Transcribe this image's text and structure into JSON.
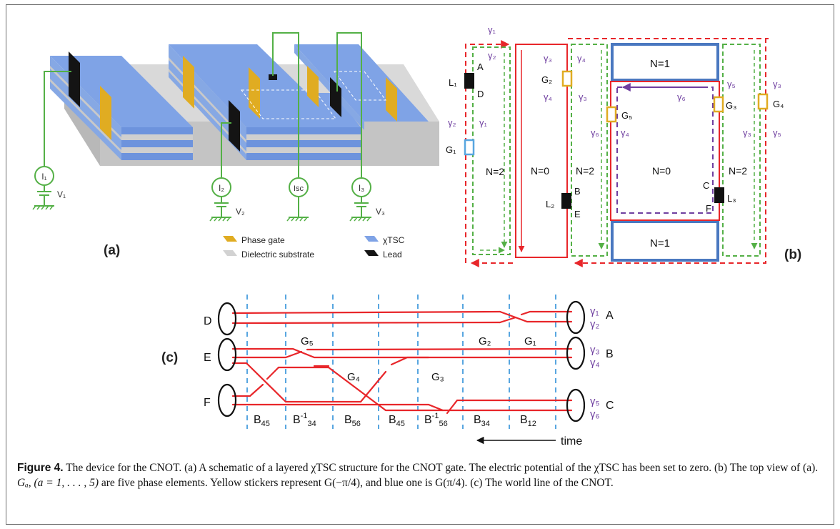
{
  "figure": {
    "panel_a": {
      "label": "(a)",
      "probes": [
        {
          "current": "I₁",
          "voltage": "V₁"
        },
        {
          "current": "I₂",
          "voltage": "V₂"
        },
        {
          "current": "Isc",
          "voltage": ""
        },
        {
          "current": "I₃",
          "voltage": "V₃"
        }
      ],
      "legend": [
        {
          "label": "Phase gate",
          "color": "#e0ac22"
        },
        {
          "label": "χTSC",
          "color": "#7fa3e6"
        },
        {
          "label": "Dielectric substrate",
          "color": "#d2d2d2"
        },
        {
          "label": "Lead",
          "color": "#141414"
        }
      ]
    },
    "panel_b": {
      "label": "(b)",
      "regions": [
        "N=2",
        "N=0",
        "N=2",
        "N=0",
        "N=2",
        "N=1",
        "N=1"
      ],
      "leads": [
        "L₁",
        "L₂",
        "L₃"
      ],
      "gates": [
        "G₁",
        "G₂",
        "G₃",
        "G₄",
        "G₅"
      ],
      "points": [
        "A",
        "D",
        "B",
        "E",
        "C",
        "F"
      ],
      "gammas": [
        "γ₁",
        "γ₂",
        "γ₃",
        "γ₄",
        "γ₅",
        "γ₆"
      ]
    },
    "panel_c": {
      "label": "(c)",
      "left_nodes": [
        "D",
        "E",
        "F"
      ],
      "right_nodes": [
        "A",
        "B",
        "C"
      ],
      "right_gammas": [
        "γ₁",
        "γ₂",
        "γ₃",
        "γ₄",
        "γ₅",
        "γ₆"
      ],
      "gates": [
        "G₅",
        "G₂",
        "G₁",
        "G₄",
        "G₃"
      ],
      "braids": [
        {
          "main": "B",
          "sup": "",
          "sub": "45"
        },
        {
          "main": "B",
          "sup": "-1",
          "sub": "34"
        },
        {
          "main": "B",
          "sup": "",
          "sub": "56"
        },
        {
          "main": "B",
          "sup": "",
          "sub": "45"
        },
        {
          "main": "B",
          "sup": "-1",
          "sub": "56"
        },
        {
          "main": "B",
          "sup": "",
          "sub": "34"
        },
        {
          "main": "B",
          "sup": "",
          "sub": "12"
        }
      ],
      "time_label": "time"
    },
    "colors": {
      "red": "#e8262a",
      "green": "#54b046",
      "purple": "#6f3fa0",
      "blue": "#4a78c0",
      "gate": "#e0ac22"
    }
  },
  "caption": {
    "label": "Figure 4.",
    "text1": "The device for the CNOT. (a) A schematic of a layered χTSC structure for the CNOT gate. The electric potential of the χTSC has been set to zero. (b) The top view of (a).",
    "math_ga": "Gₐ, (a = 1, . . . , 5)",
    "text2": "are five phase elements. Yellow stickers represent G(−π/4), and blue one is G(π/4). (c) The world line of the CNOT."
  }
}
